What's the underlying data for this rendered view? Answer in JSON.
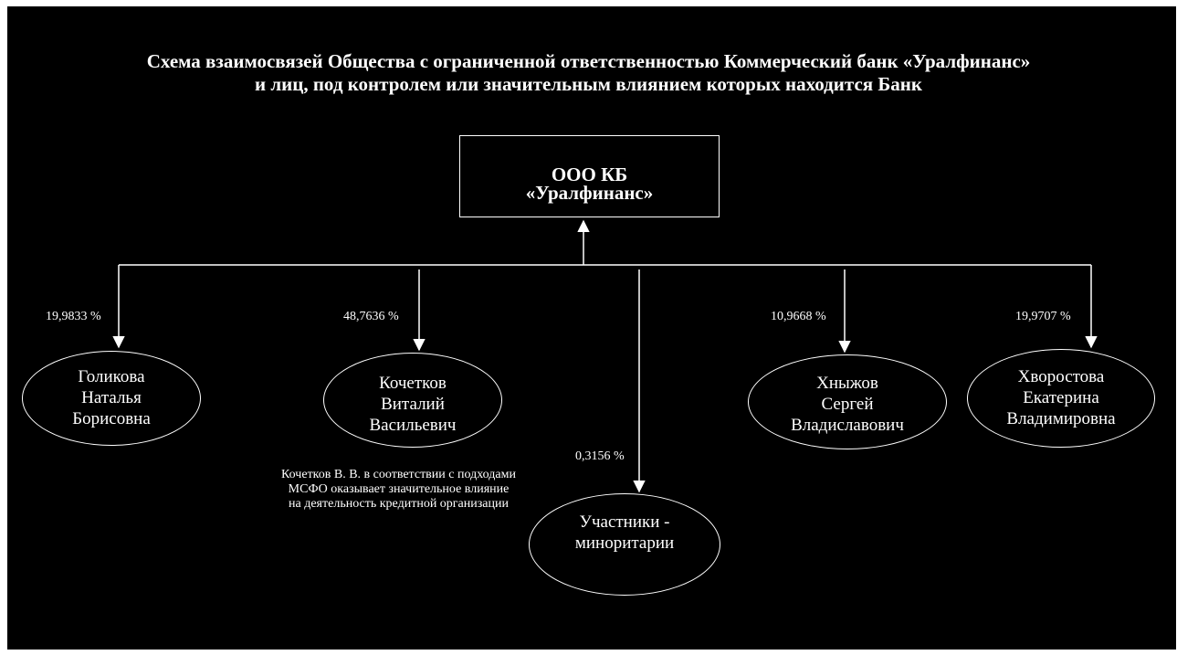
{
  "title": {
    "line1": "Схема взаимосвязей Общества с ограниченной ответственностью Коммерческий банк «Уралфинанс»",
    "line2": "и лиц, под контролем или значительным влиянием которых находится Банк"
  },
  "bank": {
    "line1": "ООО КБ",
    "line2": "«Уралфинанс»"
  },
  "owners": [
    {
      "name_lines": [
        "Голикова",
        "Наталья",
        "Борисовна"
      ],
      "share": "19,9833 %"
    },
    {
      "name_lines": [
        "Кочетков",
        "Виталий",
        "Васильевич"
      ],
      "share": "48,7636 %"
    },
    {
      "name_lines": [
        "Участники -",
        "миноритарии"
      ],
      "share": "0,3156 %"
    },
    {
      "name_lines": [
        "Хныжов",
        "Сергей",
        "Владиславович"
      ],
      "share": "10,9668 %"
    },
    {
      "name_lines": [
        "Хворостова",
        "Екатерина",
        "Владимировна"
      ],
      "share": "19,9707 %"
    }
  ],
  "note": {
    "lines": [
      "Кочетков В. В. в соответствии с подходами",
      "МСФО оказывает значительное влияние",
      "на деятельность кредитной организации"
    ]
  },
  "colors": {
    "background": "#000000",
    "foreground": "#ffffff"
  }
}
